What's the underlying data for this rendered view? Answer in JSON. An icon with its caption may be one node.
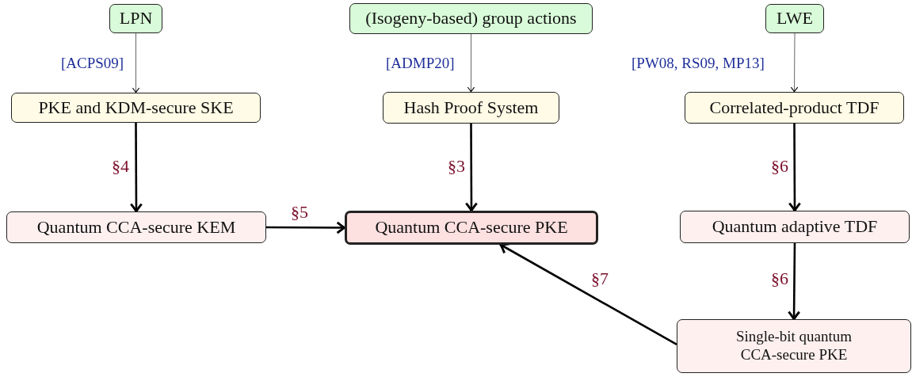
{
  "diagram": {
    "nodes": [
      {
        "text": [
          "LPN"
        ]
      },
      {
        "text": [
          "(Isogeny-based) group actions"
        ]
      },
      {
        "text": [
          "LWE"
        ]
      },
      {
        "text": [
          "PKE and KDM-secure SKE"
        ]
      },
      {
        "text": [
          "Hash Proof System"
        ]
      },
      {
        "text": [
          "Correlated-product TDF"
        ]
      },
      {
        "text": [
          "Quantum CCA-secure KEM"
        ]
      },
      {
        "text": [
          "Quantum CCA-secure PKE"
        ]
      },
      {
        "text": [
          "Quantum adaptive TDF"
        ]
      },
      {
        "text": [
          "Single-bit quantum CCA-secure PKE"
        ]
      }
    ],
    "edges": [
      {
        "from": 0,
        "to": 3,
        "arrow": "to",
        "label": "[ACPS09]",
        "color": "#555555"
      },
      {
        "from": 1,
        "to": 4,
        "arrow": "to",
        "label": "[ADMP20]",
        "color": "#555555"
      },
      {
        "from": 2,
        "to": 5,
        "arrow": "to",
        "label": "[PW08, RS09, MP13]",
        "color": "#555555"
      },
      {
        "from": 3,
        "to": 6,
        "arrow": "to",
        "label": "§4"
      },
      {
        "from": 4,
        "to": 7,
        "arrow": "to",
        "label": "§3"
      },
      {
        "from": 5,
        "to": 8,
        "arrow": "to",
        "label": "§6"
      },
      {
        "from": 6,
        "to": 7,
        "arrow": "to",
        "label": "§5"
      },
      {
        "from": 8,
        "to": 9,
        "arrow": "to",
        "label": "§6"
      },
      {
        "from": 9,
        "to": 7,
        "arrow": "to",
        "label": "§7"
      }
    ]
  }
}
